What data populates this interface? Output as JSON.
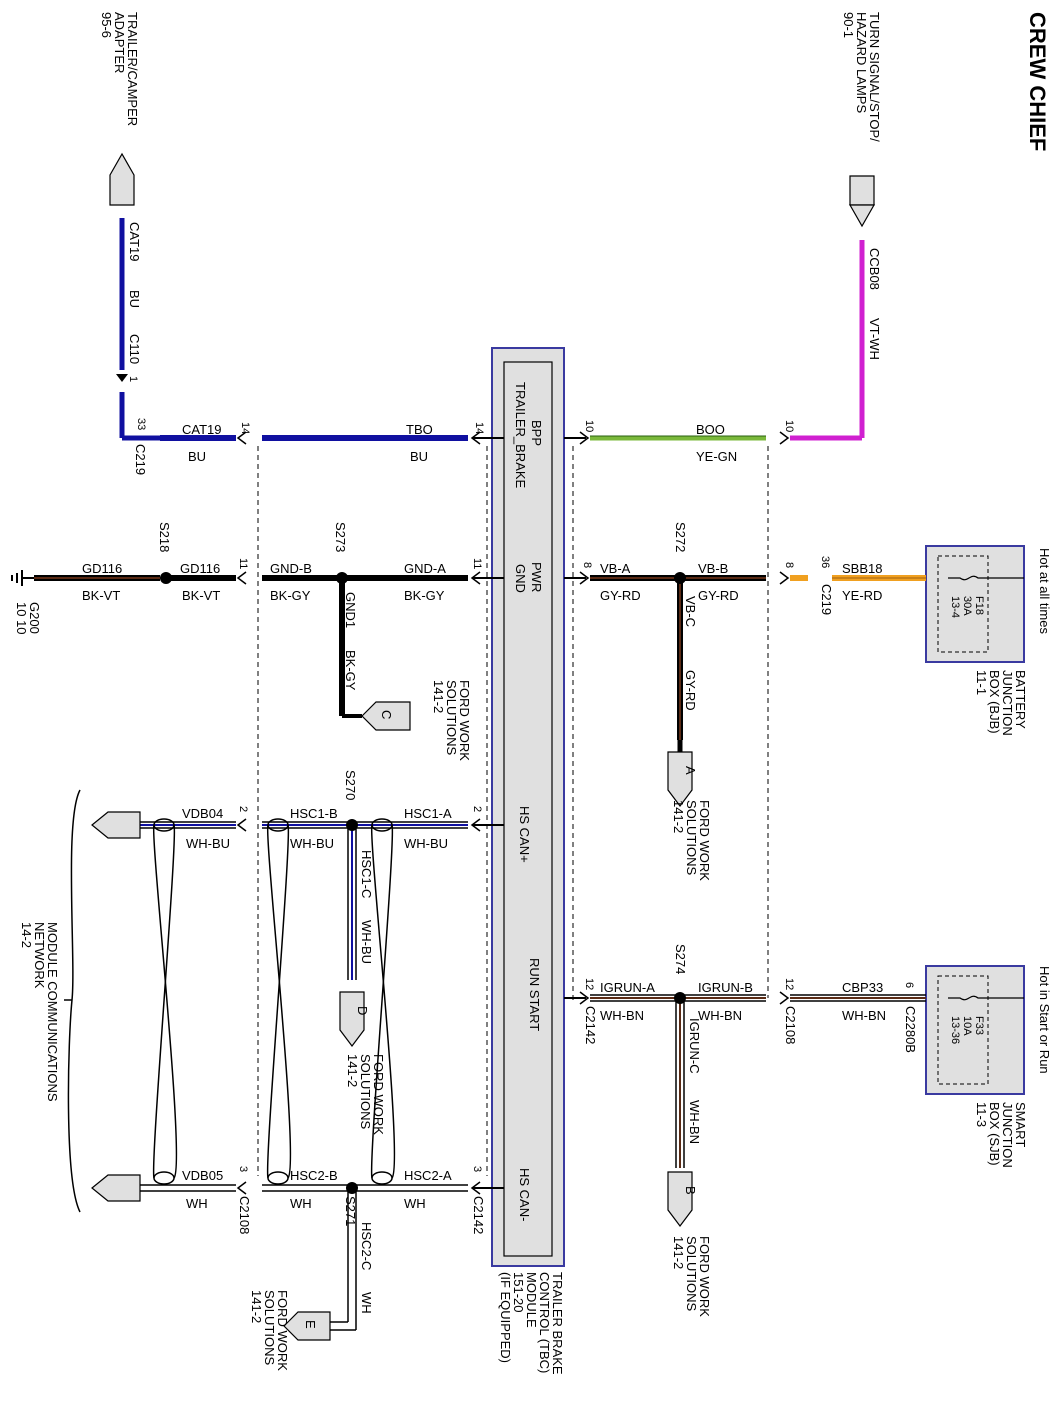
{
  "title": "CREW CHIEF",
  "blocks": {
    "tbc": [
      "TRAILER BRAKE",
      "CONTROL (TBC)",
      "MODULE",
      "151-20",
      "(IF EQUIPPED)"
    ],
    "bjb": [
      "BATTERY",
      "JUNCTION",
      "BOX (BJB)",
      "11-1"
    ],
    "sjb": [
      "SMART",
      "JUNCTION",
      "BOX (SJB)",
      "11-3"
    ],
    "trailer_adapter": [
      "TRAILER/CAMPER",
      "ADAPTER",
      "95-6"
    ],
    "turn_lamps": [
      "TURN SIGNAL/STOP/",
      "HAZARD LAMPS",
      "90-1"
    ],
    "mcn": [
      "MODULE COMMUNICATIONS",
      "NETWORK",
      "14-2"
    ],
    "fws": [
      "FORD WORK",
      "SOLUTIONS",
      "141-2"
    ]
  },
  "tbc_pins": [
    "BPP",
    "TRAILER_BRAKE",
    "PWR",
    "GND",
    "HS CAN+",
    "RUN START",
    "HS CAN-"
  ],
  "power": {
    "hot_all": "Hot at all times",
    "hot_run": "Hot in Start or Run",
    "fuse_f18": [
      "F18",
      "30A",
      "13-4"
    ],
    "fuse_f33": [
      "F33",
      "10A",
      "13-36"
    ]
  },
  "wires": {
    "cat19_top": "CAT19",
    "cat19_top_color": "BU",
    "cat19": "CAT19",
    "cat19_color": "BU",
    "tbo": "TBO",
    "tbo_color": "BU",
    "boo": "BOO",
    "boo_color": "YE-GN",
    "ccb08": "CCB08",
    "ccb08_color": "VT-WH",
    "gd116a": "GD116",
    "gd116a_color": "BK-VT",
    "gd116b": "GD116",
    "gd116b_color": "BK-VT",
    "gndb": "GND-B",
    "gndb_color": "BK-GY",
    "gnda": "GND-A",
    "gnda_color": "BK-GY",
    "gnd1": "GND1",
    "gnd1_color": "BK-GY",
    "vba": "VB-A",
    "vba_color": "GY-RD",
    "vbb": "VB-B",
    "vbb_color": "GY-RD",
    "vbc": "VB-C",
    "vbc_color": "GY-RD",
    "sbb18": "SBB18",
    "sbb18_color": "YE-RD",
    "vdb04": "VDB04",
    "vdb04_color": "WH-BU",
    "hsc1b": "HSC1-B",
    "hsc1b_color": "WH-BU",
    "hsc1a": "HSC1-A",
    "hsc1a_color": "WH-BU",
    "hsc1c": "HSC1-C",
    "hsc1c_color": "WH-BU",
    "igruna": "IGRUN-A",
    "igruna_color": "WH-BN",
    "igrunb": "IGRUN-B",
    "igrunb_color": "WH-BN",
    "igrunc": "IGRUN-C",
    "igrunc_color": "WH-BN",
    "cbp33": "CBP33",
    "cbp33_color": "WH-BN",
    "vdb05": "VDB05",
    "vdb05_color": "WH",
    "hsc2b": "HSC2-B",
    "hsc2b_color": "WH",
    "hsc2a": "HSC2-A",
    "hsc2a_color": "WH",
    "hsc2c": "HSC2-C",
    "hsc2c_color": "WH"
  },
  "splices": [
    "S218",
    "S273",
    "S272",
    "S270",
    "S274",
    "S271"
  ],
  "connectors": {
    "c110": "C110",
    "c110_pin": "1",
    "c219": "C219",
    "c219b": "C219",
    "c2142": "C2142",
    "c2142b": "C2142",
    "c2108": "C2108",
    "c2108b": "C2108",
    "c2280b": "C2280B",
    "g200": "G200",
    "g200_sub": "10 10"
  },
  "pins": {
    "p33": "33",
    "p14a": "14",
    "p14b": "14",
    "p10a": "10",
    "p10b": "10",
    "p11a": "11",
    "p11b": "11",
    "p8": "8",
    "p36": "36",
    "p2a": "2",
    "p2b": "2",
    "p12a": "12",
    "p12b": "12",
    "p6": "6",
    "p3a": "3",
    "p3b": "3"
  },
  "refs": [
    "A",
    "B",
    "C",
    "D",
    "E"
  ],
  "colors": {
    "blue": "#1010a0",
    "magenta": "#d020d0",
    "green": "#7ab83a",
    "black": "#111111",
    "brown": "#5a2a14",
    "orange": "#f0a020",
    "module_fill": "#e0e0e0",
    "module_border": "#3a3aa0"
  }
}
